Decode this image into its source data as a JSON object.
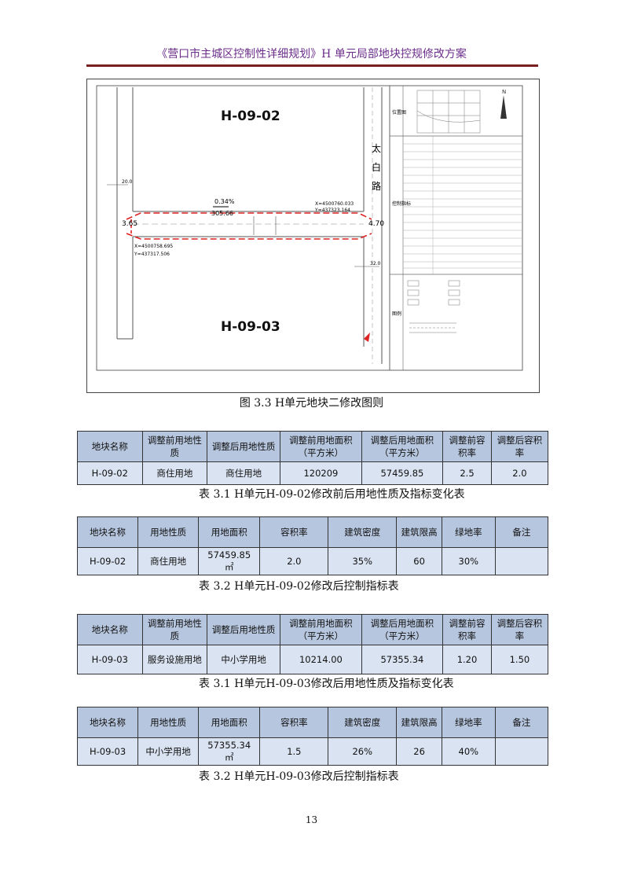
{
  "header": {
    "title": "《营口市主城区控制性详细规划》H 单元局部地块控规修改方案"
  },
  "map": {
    "parcel_north": "H-09-02",
    "parcel_south": "H-09-03",
    "road_name": [
      "太",
      "白",
      "路"
    ],
    "slope": "0.34%",
    "elevation": "305.66",
    "width_left": "3.65",
    "width_right": "4.70",
    "dim_left": "20.0",
    "dim_bottom": "32.0",
    "coord_right_x": "X=4500760.033",
    "coord_right_y": "Y=437323.164",
    "coord_left_x": "X=4500758.695",
    "coord_left_y": "Y=437317.506",
    "legend_location": "位置图",
    "legend_control": "控制指标",
    "legend_map": "图例"
  },
  "figure_caption": "图 3.3 H单元地块二修改图则",
  "table1": {
    "headers": [
      "地块名称",
      "调整前用地性质",
      "调整后用地性质",
      "调整前用地面积（平方米）",
      "调整后用地面积（平方米）",
      "调整前容积率",
      "调整后容积率"
    ],
    "row": [
      "H-09-02",
      "商住用地",
      "商住用地",
      "120209",
      "57459.85",
      "2.5",
      "2.0"
    ],
    "caption": "表 3.1 H单元H-09-02修改前后用地性质及指标变化表"
  },
  "table2": {
    "headers": [
      "地块名称",
      "用地性质",
      "用地面积",
      "容积率",
      "建筑密度",
      "建筑限高",
      "绿地率",
      "备注"
    ],
    "row": [
      "H-09-02",
      "商住用地",
      "57459.85 ㎡",
      "2.0",
      "35%",
      "60",
      "30%",
      ""
    ],
    "caption": "表 3.2 H单元H-09-02修改后控制指标表"
  },
  "table3": {
    "headers": [
      "地块名称",
      "调整前用地性质",
      "调整后用地性质",
      "调整前用地面积（平方米）",
      "调整后用地面积（平方米）",
      "调整前容积率",
      "调整后容积率"
    ],
    "row": [
      "H-09-03",
      "服务设施用地",
      "中小学用地",
      "10214.00",
      "57355.34",
      "1.20",
      "1.50"
    ],
    "caption": "表 3.1 H单元H-09-03修改后用地性质及指标变化表"
  },
  "table4": {
    "headers": [
      "地块名称",
      "用地性质",
      "用地面积",
      "容积率",
      "建筑密度",
      "建筑限高",
      "绿地率",
      "备注"
    ],
    "row": [
      "H-09-03",
      "中小学用地",
      "57355.34 ㎡",
      "1.5",
      "26%",
      "26",
      "40%",
      ""
    ],
    "caption": "表 3.2 H单元H-09-03修改后控制指标表"
  },
  "page_number": "13"
}
